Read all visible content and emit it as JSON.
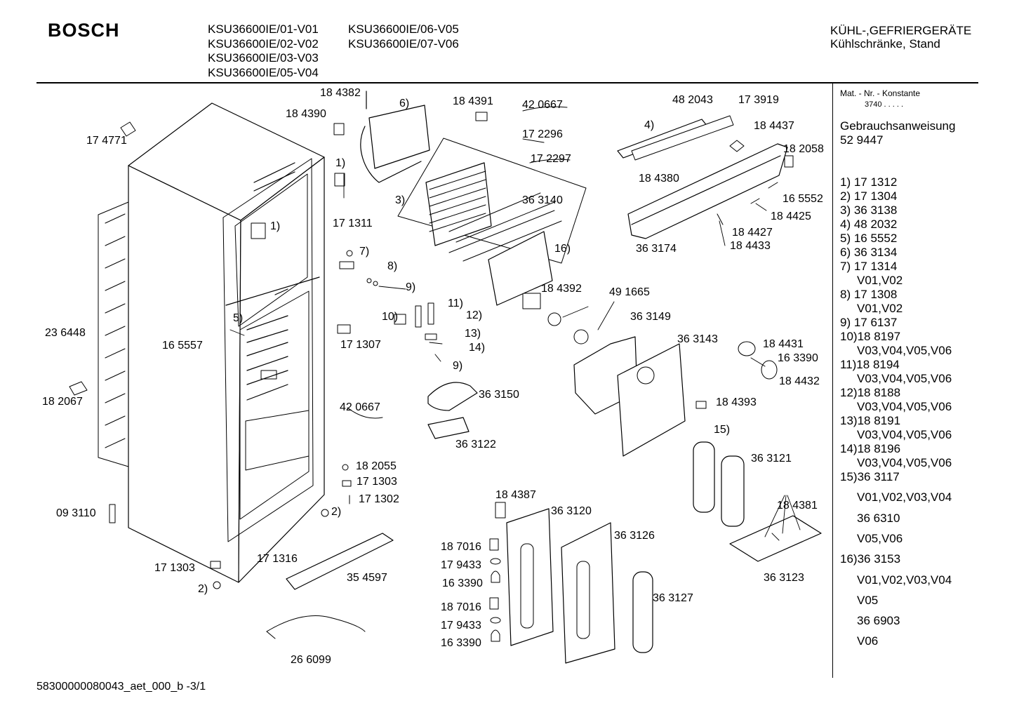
{
  "brand": "BOSCH",
  "models_col1": [
    "KSU36600IE/01-V01",
    "KSU36600IE/02-V02",
    "KSU36600IE/03-V03",
    "KSU36600IE/05-V04"
  ],
  "models_col2": [
    "KSU36600IE/06-V05",
    "KSU36600IE/07-V06"
  ],
  "category": [
    "KÜHL-,GEFRIERGERÄTE",
    "Kühlschränke, Stand"
  ],
  "sidebar": {
    "mat_label": "Mat. - Nr. - Konstante",
    "mat_code": "3740 . . . . .",
    "manual_title": "Gebrauchsanweisung",
    "manual_number": "52 9447",
    "parts": [
      "1) 17 1312",
      "2) 17 1304",
      "3) 36 3138",
      "4) 48 2032",
      "5) 16 5552",
      "6) 36 3134",
      "7) 17 1314",
      "V01,V02",
      "8) 17 1308",
      "V01,V02",
      "9) 17 6137",
      "10)18 8197",
      "V03,V04,V05,V06",
      "11)18 8194",
      "V03,V04,V05,V06",
      "12)18 8188",
      "V03,V04,V05,V06",
      "13)18 8191",
      "V03,V04,V05,V06",
      "14)18 8196",
      "V03,V04,V05,V06",
      "15)36 3117",
      "V01,V02,V03,V04",
      "36 6310",
      "V05,V06",
      "16)36 3153",
      "V01,V02,V03,V04",
      "V05",
      "36 6903",
      "V06"
    ]
  },
  "footer": "58300000080043_aet_000_b -3/1",
  "labels": [
    "18 4382",
    "6)",
    "18 4391",
    "42 0667",
    "18 4390",
    "17 2296",
    "17 2297",
    "17 4771",
    "1)",
    "17 1311",
    "3)",
    "36 3140",
    "1)",
    "7)",
    "8)",
    "9)",
    "16)",
    "48 2043",
    "17 3919",
    "18 4437",
    "4)",
    "18 2058",
    "18 4380",
    "16 5552",
    "18 4425",
    "36 3174",
    "18 4427",
    "18 4433",
    "18 4392",
    "49 1665",
    "36 3149",
    "11)",
    "10)",
    "12)",
    "13)",
    "14)",
    "9)",
    "23 6448",
    "5)",
    "16 5557",
    "17 1307",
    "36 3143",
    "18 4431",
    "16 3390",
    "18 4432",
    "36 3150",
    "18 2067",
    "42 0667",
    "18 4393",
    "36 3122",
    "15)",
    "36 3121",
    "18 2055",
    "17 1303",
    "17 1302",
    "2)",
    "09 3110",
    "18 4387",
    "36 3120",
    "18 4381",
    "18 7016",
    "36 3126",
    "17 1303",
    "17 1316",
    "17 9433",
    "35 4597",
    "2)",
    "16 3390",
    "36 3123",
    "18 7016",
    "36 3127",
    "17 9433",
    "16 3390",
    "26 6099"
  ]
}
